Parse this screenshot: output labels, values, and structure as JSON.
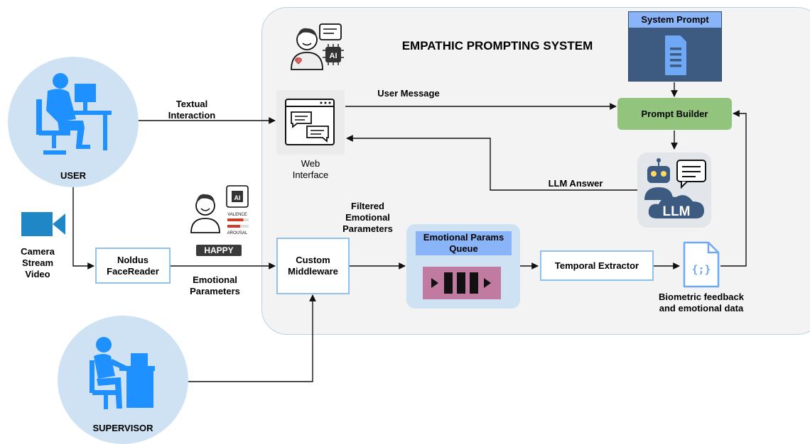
{
  "system": {
    "title": "EMPATHIC PROMPTING SYSTEM"
  },
  "actors": {
    "user": "USER",
    "supervisor": "SUPERVISOR"
  },
  "camera": {
    "label": "Camera\nStream\nVideo"
  },
  "nodes": {
    "system_prompt": "System Prompt",
    "prompt_builder": "Prompt Builder",
    "web_interface": "Web\nInterface",
    "llm_badge": "LLM",
    "noldus": "Noldus\nFaceReader",
    "custom_middleware": "Custom\nMiddleware",
    "emotional_queue": "Emotional Params\nQueue",
    "temporal_extractor": "Temporal Extractor",
    "biometric": "Biometric feedback\nand emotional data",
    "json_glyph": "{;}",
    "ai_badge": "AI"
  },
  "emotion_card": {
    "state": "HAPPY",
    "valence_label": "VALENCE",
    "arousal_label": "AROUSAL",
    "valence_level": 0.75,
    "arousal_level": 0.6
  },
  "edges": {
    "textual_interaction": "Textual\nInteraction",
    "user_message": "User Message",
    "llm_answer": "LLM Answer",
    "filtered_params": "Filtered\nEmotional\nParameters",
    "emotional_params": "Emotional\nParameters"
  },
  "colors": {
    "actor_circle": "#cfe2f3",
    "actor_figure": "#1e90ff",
    "system_bg": "#f3f3f3",
    "system_border": "#b9d3e6",
    "prompt_dark": "#3d5a80",
    "prompt_header": "#8ab4f8",
    "builder_green": "#93c47d",
    "queue_bg": "#cfe2f3",
    "queue_header": "#8ab4f8",
    "queue_bar": "#c27ba0",
    "llm_bg": "#e2e5ea"
  }
}
